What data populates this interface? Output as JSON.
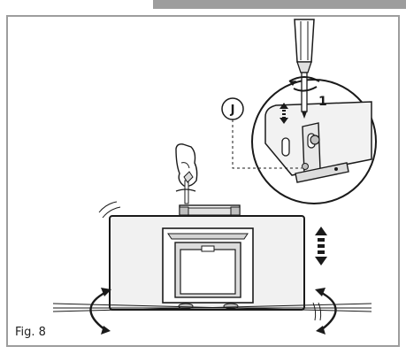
{
  "figure": {
    "caption": "Fig. 8",
    "callout_label": "J",
    "step_number": "1"
  },
  "colors": {
    "frame": "#9d9d9d",
    "line": "#1a1a1a",
    "panel": "#f0f0f0",
    "inner": "#d4d4d4"
  }
}
